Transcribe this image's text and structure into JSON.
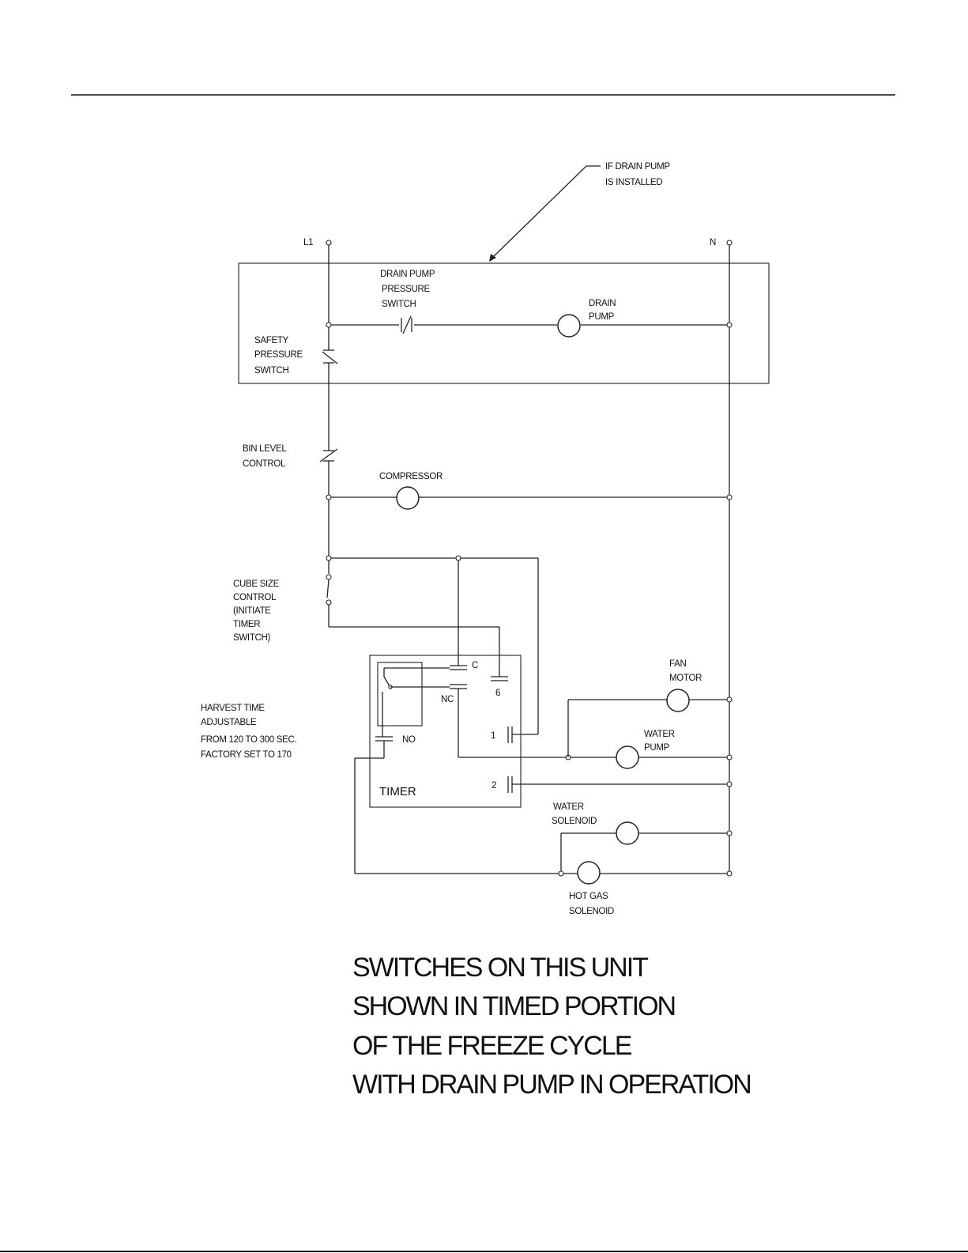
{
  "drain_pump_note": [
    "IF DRAIN PUMP",
    "IS INSTALLED"
  ],
  "supply": {
    "line": "L1",
    "neutral": "N"
  },
  "components": {
    "drain_pump_pressure_switch": [
      "DRAIN PUMP",
      "PRESSURE",
      "SWITCH"
    ],
    "drain_pump": [
      "DRAIN",
      "PUMP"
    ],
    "safety_pressure_switch": [
      "SAFETY",
      "PRESSURE",
      "SWITCH"
    ],
    "bin_level_control": [
      "BIN LEVEL",
      "CONTROL"
    ],
    "compressor": [
      "COMPRESSOR"
    ],
    "cube_size_control": [
      "CUBE SIZE",
      "CONTROL",
      "(INITIATE",
      "TIMER",
      "SWITCH)"
    ],
    "harvest_time": [
      "HARVEST TIME",
      "ADJUSTABLE",
      "FROM 120 TO 300 SEC.",
      "FACTORY SET TO 170"
    ],
    "fan_motor": [
      "FAN",
      "MOTOR"
    ],
    "water_pump": [
      "WATER",
      "PUMP"
    ],
    "water_solenoid": [
      "WATER",
      "SOLENOID"
    ],
    "hot_gas_solenoid": [
      "HOT GAS",
      "SOLENOID"
    ]
  },
  "timer": {
    "title": "TIMER",
    "terminals": {
      "c": "C",
      "nc": "NC",
      "no": "NO",
      "t6": "6",
      "t1": "1",
      "t2": "2"
    }
  },
  "footer_note": [
    "SWITCHES ON THIS UNIT",
    "SHOWN IN TIMED PORTION",
    "OF THE FREEZE CYCLE",
    "WITH DRAIN PUMP IN OPERATION"
  ]
}
